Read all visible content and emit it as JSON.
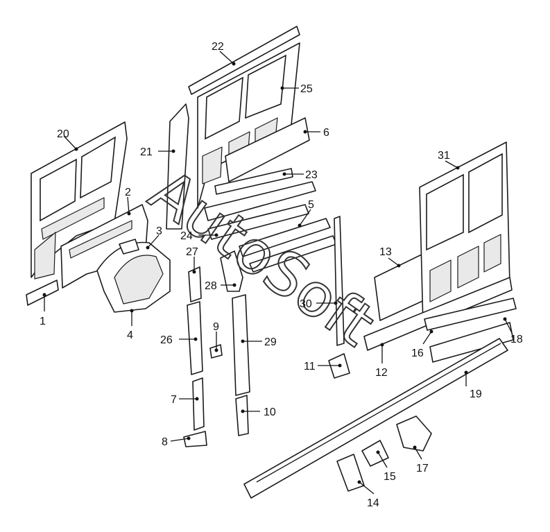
{
  "watermark": {
    "text": "AutoSoft"
  },
  "callouts": {
    "c1": "1",
    "c2": "2",
    "c3": "3",
    "c4": "4",
    "c5": "5",
    "c6": "6",
    "c7": "7",
    "c8": "8",
    "c9": "9",
    "c10": "10",
    "c11": "11",
    "c12": "12",
    "c13": "13",
    "c14": "14",
    "c15": "15",
    "c16": "16",
    "c17": "17",
    "c18": "18",
    "c19": "19",
    "c20": "20",
    "c21": "21",
    "c22": "22",
    "c23": "23",
    "c24": "24",
    "c25": "25",
    "c26": "26",
    "c27": "27",
    "c28": "28",
    "c29": "29",
    "c30": "30",
    "c31": "31"
  }
}
